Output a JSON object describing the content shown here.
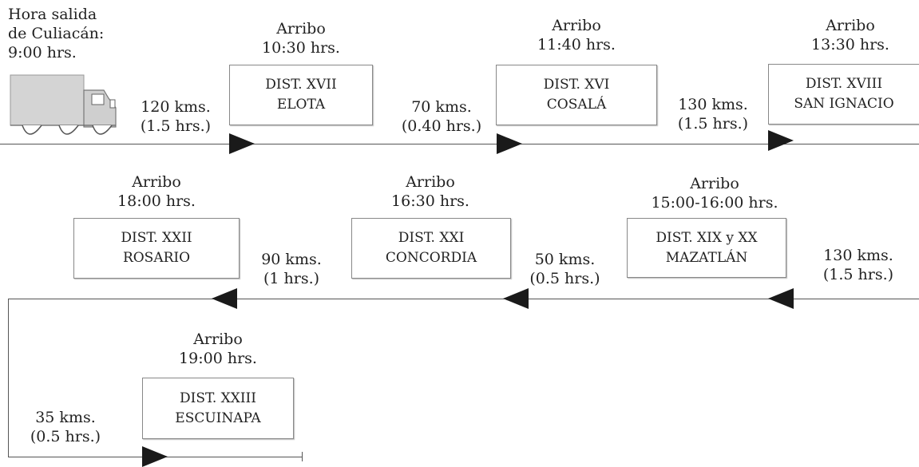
{
  "departure": {
    "line1": "Hora salida",
    "line2": "de Culiacán:",
    "line3": "9:00 hrs."
  },
  "stops": [
    {
      "arrival_label": "Arribo",
      "arrival_time": "10:30 hrs.",
      "district": "DIST. XVII",
      "city": "ELOTA"
    },
    {
      "arrival_label": "Arribo",
      "arrival_time": "11:40 hrs.",
      "district": "DIST. XVI",
      "city": "COSALÁ"
    },
    {
      "arrival_label": "Arribo",
      "arrival_time": "13:30 hrs.",
      "district": "DIST. XVIII",
      "city": "SAN IGNACIO"
    },
    {
      "arrival_label": "Arribo",
      "arrival_time": "15:00-16:00 hrs.",
      "district": "DIST. XIX y XX",
      "city": "MAZATLÁN"
    },
    {
      "arrival_label": "Arribo",
      "arrival_time": "16:30 hrs.",
      "district": "DIST. XXI",
      "city": "CONCORDIA"
    },
    {
      "arrival_label": "Arribo",
      "arrival_time": "18:00 hrs.",
      "district": "DIST. XXII",
      "city": "ROSARIO"
    },
    {
      "arrival_label": "Arribo",
      "arrival_time": "19:00 hrs.",
      "district": "DIST. XXIII",
      "city": "ESCUINAPA"
    }
  ],
  "legs": [
    {
      "distance": "120 kms.",
      "duration": "(1.5 hrs.)"
    },
    {
      "distance": "70 kms.",
      "duration": "(0.40 hrs.)"
    },
    {
      "distance": "130 kms.",
      "duration": "(1.5 hrs.)"
    },
    {
      "distance": "130 kms.",
      "duration": "(1.5 hrs.)"
    },
    {
      "distance": "50 kms.",
      "duration": "(0.5 hrs.)"
    },
    {
      "distance": "90 kms.",
      "duration": "(1 hrs.)"
    },
    {
      "distance": "35 kms.",
      "duration": "(0.5 hrs.)"
    }
  ],
  "icons": {
    "vehicle": "truck-icon",
    "direction": "arrow-icon"
  }
}
